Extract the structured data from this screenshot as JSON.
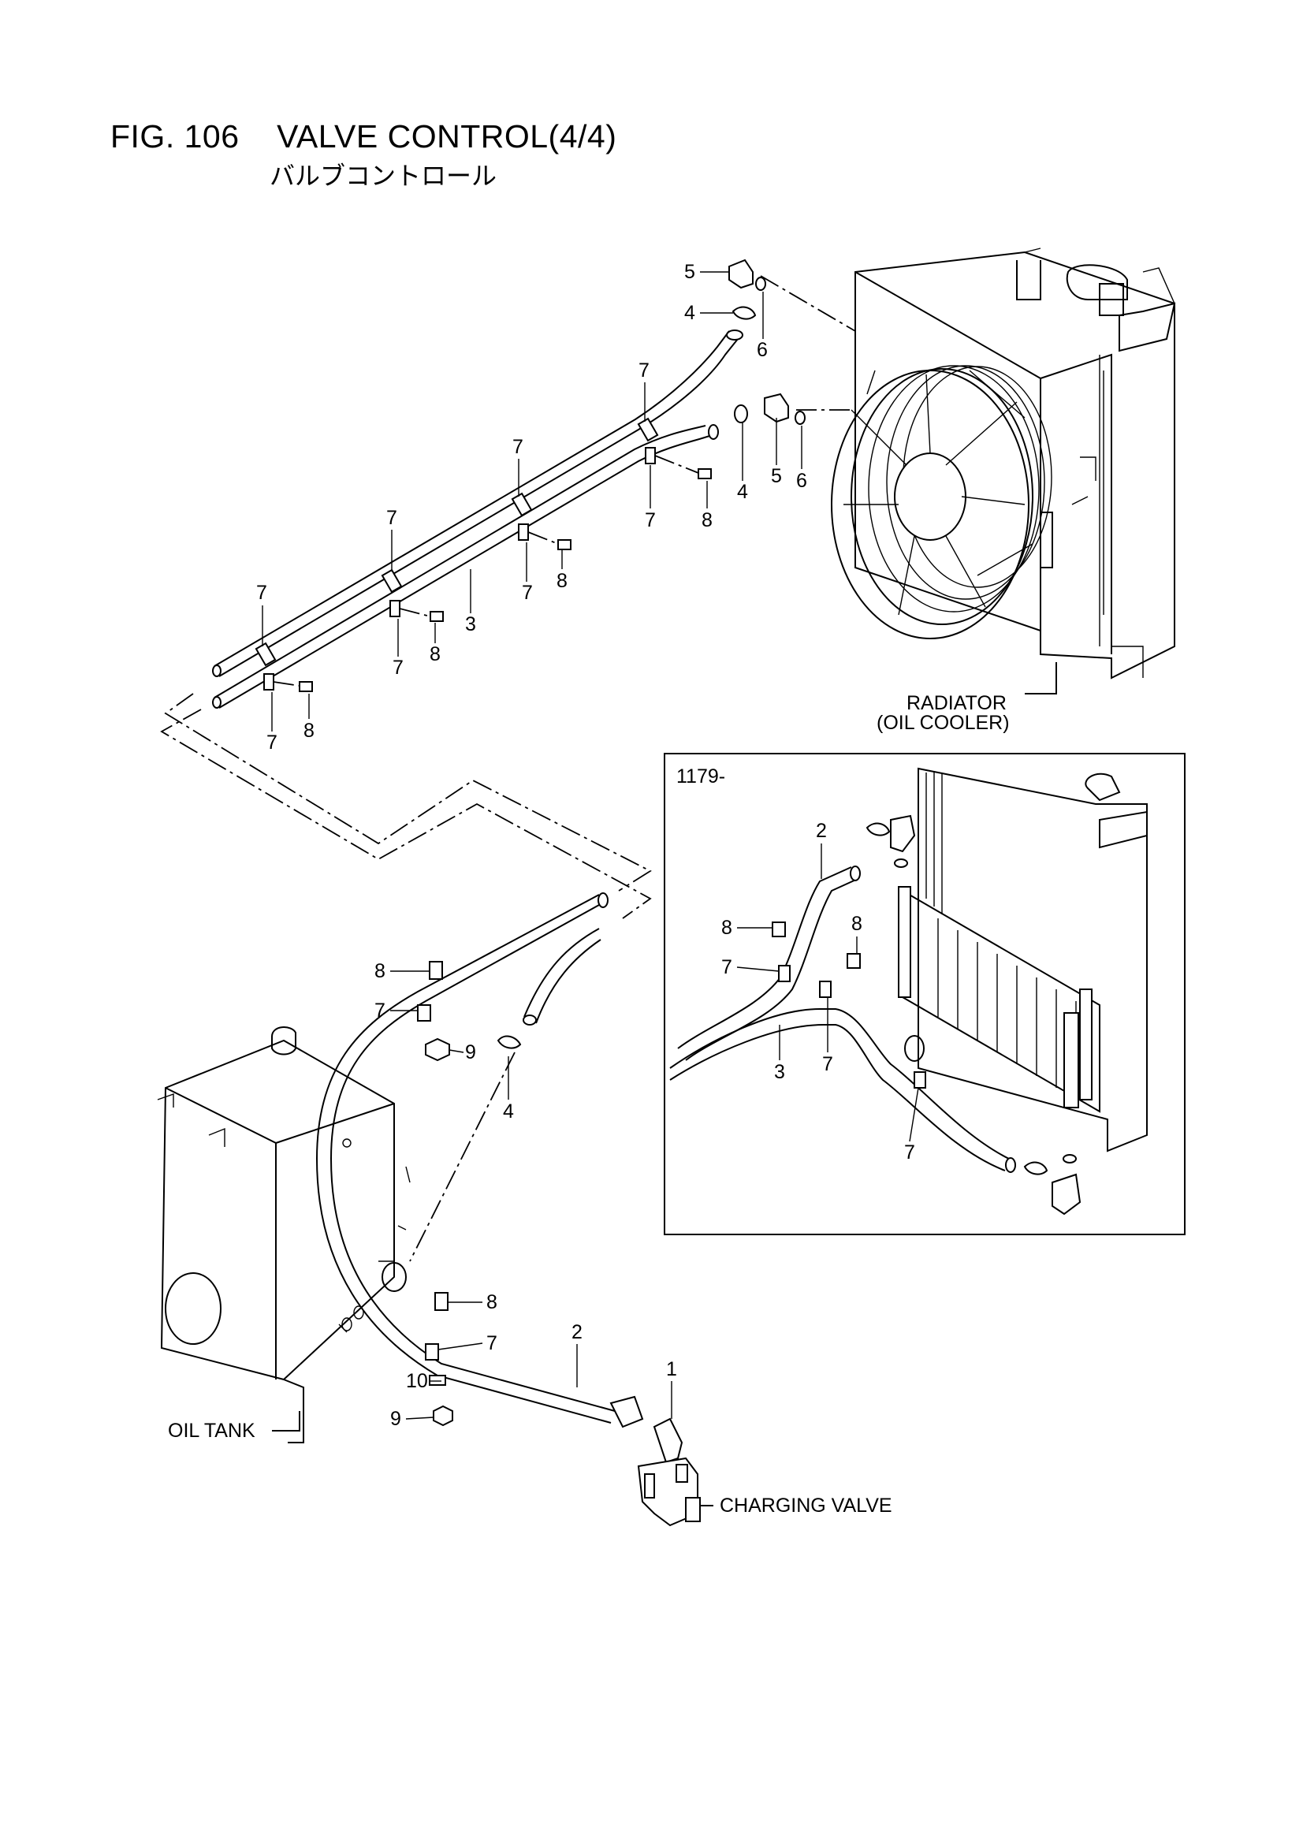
{
  "header": {
    "figure": "FIG. 106",
    "title": "VALVE CONTROL(4/4)",
    "subtitle": "バルブコントロール"
  },
  "labels": {
    "radiator_line1": "RADIATOR",
    "radiator_line2": "(OIL COOLER)",
    "oil_tank": "OIL TANK",
    "charging_valve": "CHARGING VALVE",
    "inset_serial": "1179-"
  },
  "part_callouts": {
    "p1": "1",
    "p2": "2",
    "p3": "3",
    "p4": "4",
    "p5": "5",
    "p6": "6",
    "p7": "7",
    "p8": "8",
    "p9": "9",
    "p10": "10"
  },
  "callout_sequence": [
    {
      "id": "upper-5a",
      "part": "5"
    },
    {
      "id": "upper-4a",
      "part": "4"
    },
    {
      "id": "upper-6a",
      "part": "6"
    },
    {
      "id": "upper-7a",
      "part": "7"
    },
    {
      "id": "upper-7b",
      "part": "7"
    },
    {
      "id": "upper-8a",
      "part": "8"
    },
    {
      "id": "upper-4b",
      "part": "4"
    },
    {
      "id": "upper-5b",
      "part": "5"
    },
    {
      "id": "upper-6b",
      "part": "6"
    },
    {
      "id": "upper-7c",
      "part": "7"
    },
    {
      "id": "upper-7d",
      "part": "7"
    },
    {
      "id": "upper-8b",
      "part": "8"
    },
    {
      "id": "upper-7e",
      "part": "7"
    },
    {
      "id": "upper-3",
      "part": "3"
    },
    {
      "id": "upper-8c",
      "part": "8"
    },
    {
      "id": "upper-7f",
      "part": "7"
    },
    {
      "id": "upper-7g",
      "part": "7"
    },
    {
      "id": "upper-7h",
      "part": "7"
    },
    {
      "id": "upper-8d",
      "part": "8"
    },
    {
      "id": "lower-8a",
      "part": "8"
    },
    {
      "id": "lower-7a",
      "part": "7"
    },
    {
      "id": "lower-9a",
      "part": "9"
    },
    {
      "id": "lower-4",
      "part": "4"
    },
    {
      "id": "lower-8b",
      "part": "8"
    },
    {
      "id": "lower-7b",
      "part": "7"
    },
    {
      "id": "lower-2",
      "part": "2"
    },
    {
      "id": "lower-10",
      "part": "10"
    },
    {
      "id": "lower-9b",
      "part": "9"
    },
    {
      "id": "lower-1",
      "part": "1"
    },
    {
      "id": "inset-2",
      "part": "2"
    },
    {
      "id": "inset-8a",
      "part": "8"
    },
    {
      "id": "inset-8b",
      "part": "8"
    },
    {
      "id": "inset-7a",
      "part": "7"
    },
    {
      "id": "inset-3",
      "part": "3"
    },
    {
      "id": "inset-7b",
      "part": "7"
    },
    {
      "id": "inset-7c",
      "part": "7"
    }
  ]
}
